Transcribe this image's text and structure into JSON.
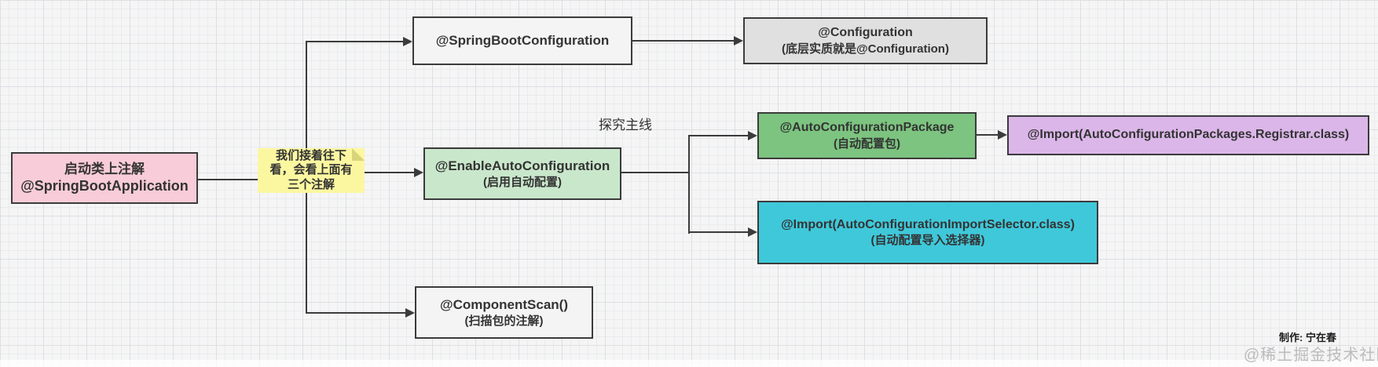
{
  "nodes": {
    "start": {
      "line1": "启动类上注解",
      "line2": "@SpringBootApplication"
    },
    "note": {
      "line1": "我们接着往下",
      "line2": "看，会看上面有",
      "line3": "三个注解"
    },
    "sbc": {
      "line1": "@SpringBootConfiguration"
    },
    "config": {
      "line1": "@Configuration",
      "line2": "(底层实质就是@Configuration)"
    },
    "eac": {
      "line1": "@EnableAutoConfiguration",
      "line2": "(启用自动配置)"
    },
    "acp": {
      "line1": "@AutoConfigurationPackage",
      "line2": "(自动配置包)"
    },
    "registrar": {
      "line1": "@Import(AutoConfigurationPackages.Registrar.class)"
    },
    "selector": {
      "line1": "@Import(AutoConfigurationImportSelector.class)",
      "line2": "(自动配置导入选择器)"
    },
    "scan": {
      "line1": "@ComponentScan()",
      "line2": "(扫描包的注解)"
    }
  },
  "labels": {
    "main_line": "探究主线",
    "credit": "制作: 宁在春",
    "watermark": "@稀土掘金技术社区"
  },
  "colors": {
    "start_bg": "#F8CCD8",
    "note_bg": "#FBF7A0",
    "note_fold": "#D9D37A",
    "plain_bg": "#F4F4F5",
    "gray_bg": "#E0E0E0",
    "light_green_bg": "#C9E7CB",
    "green_bg": "#7CC480",
    "purple_bg": "#DBB6E8",
    "cyan_bg": "#3FC8DA",
    "line": "#3B3B3B"
  }
}
